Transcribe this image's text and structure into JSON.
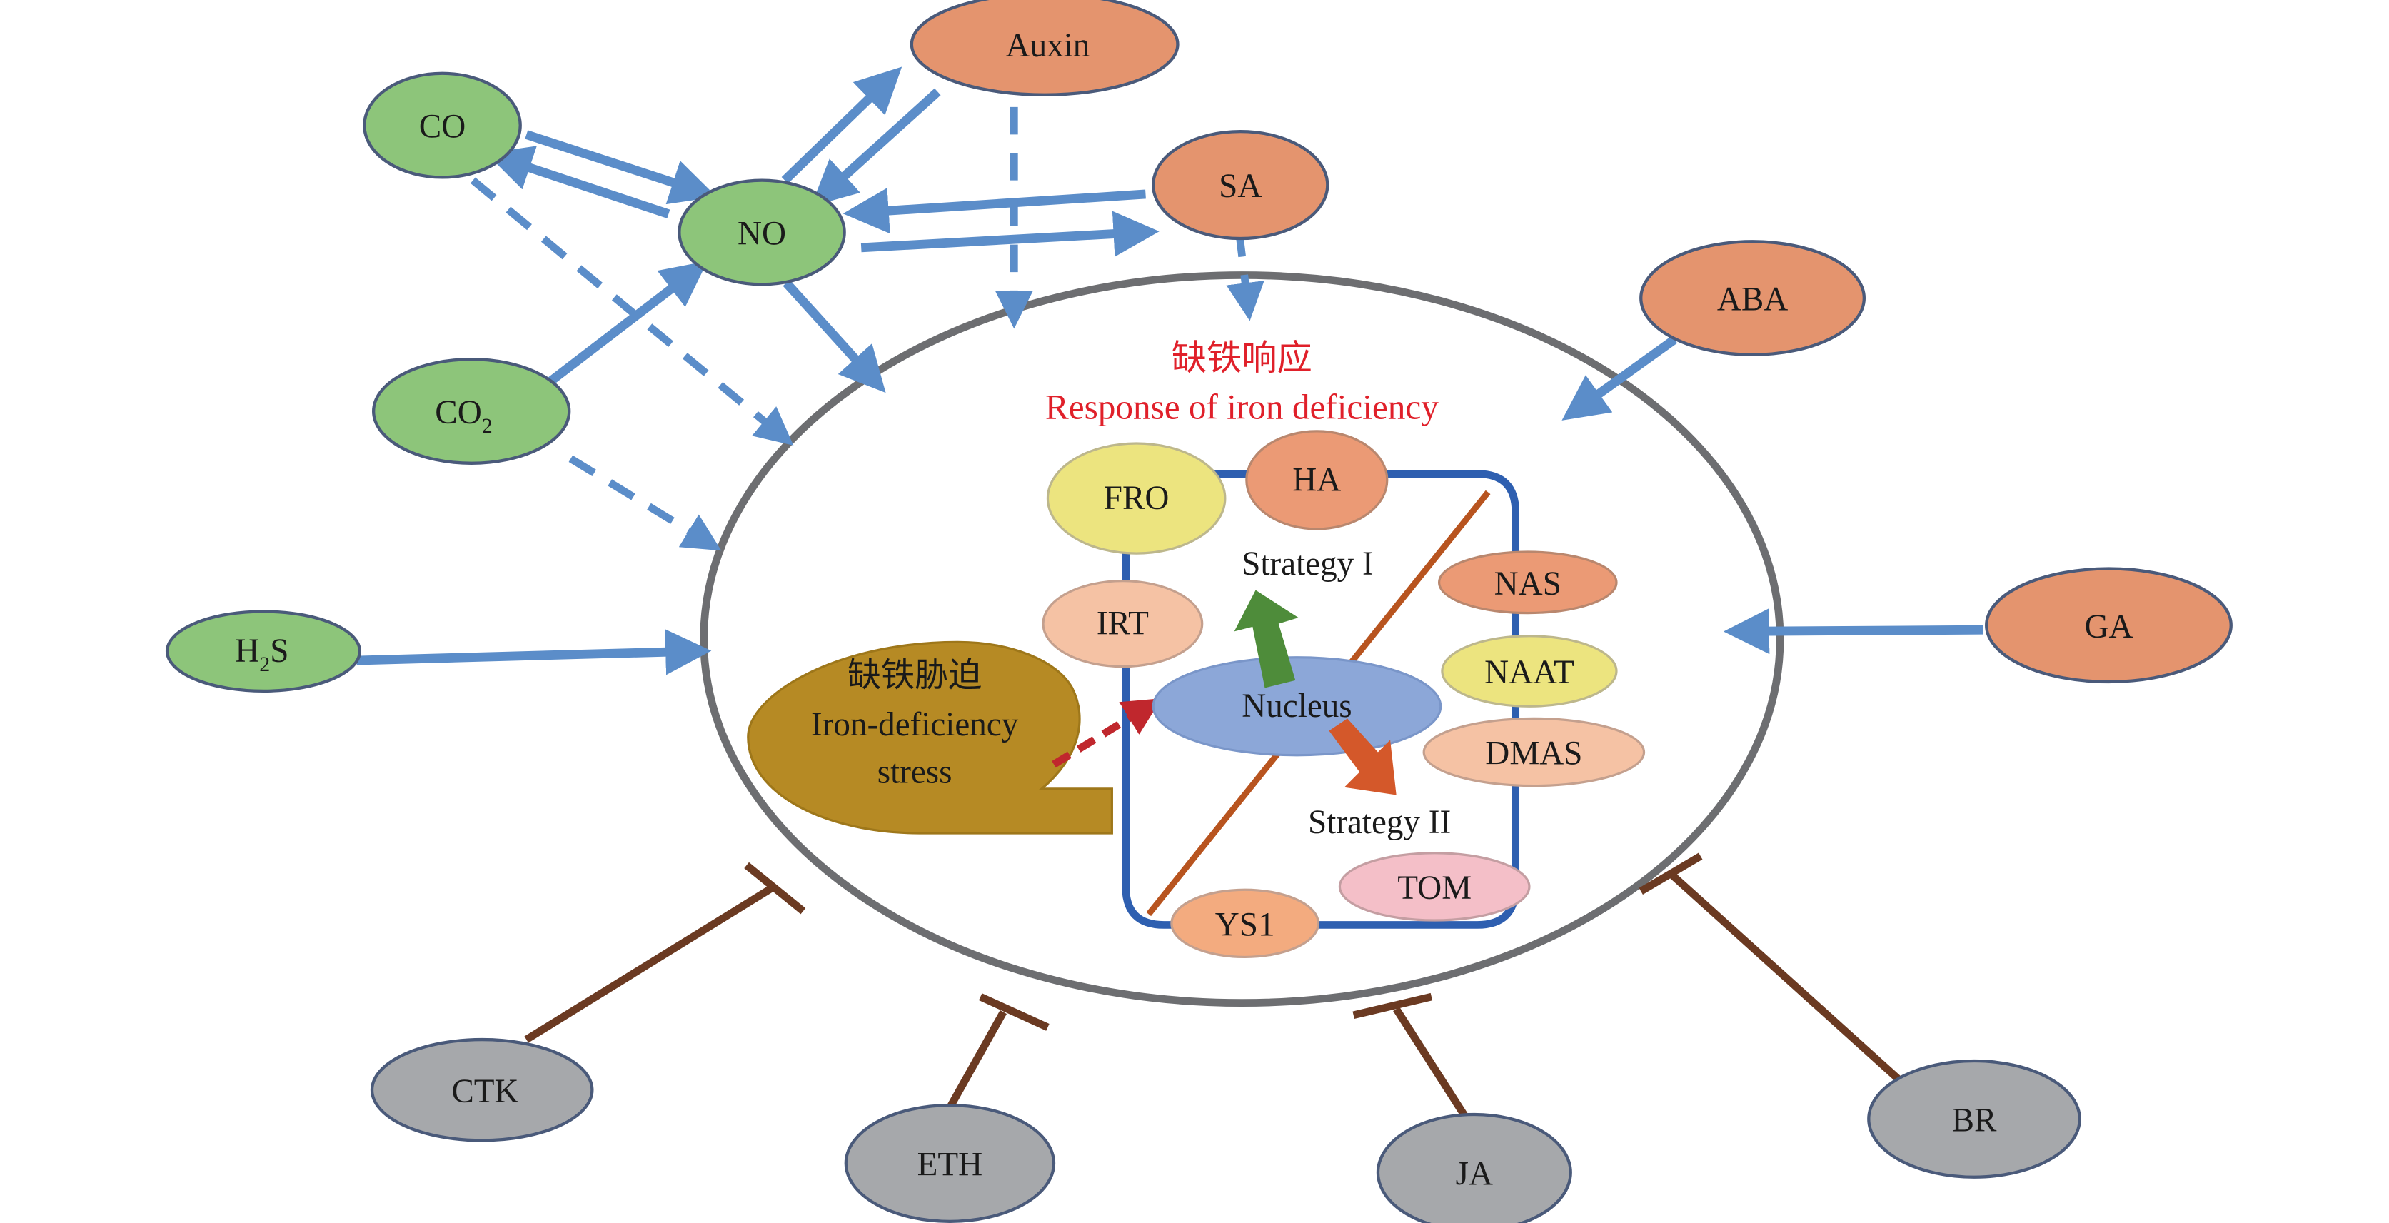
{
  "title_cn": "缺铁响应",
  "title_en": "Response of iron deficiency",
  "stress": {
    "cn": "缺铁胁迫",
    "en1": "Iron-deficiency",
    "en2": "stress"
  },
  "strategy1": "Strategy I",
  "strategy2": "Strategy II",
  "nucleus": "Nucleus",
  "colors": {
    "green": "#8dc57a",
    "orange": "#e4946e",
    "gray": "#a6a8ab",
    "blue_arrow": "#5b8dc9",
    "inhibit": "#6b3a22",
    "membrane": "#2e5fb0",
    "cell": "#6d6e71",
    "title_red": "#e0202a"
  },
  "nodes": {
    "CO": "CO",
    "NO": "NO",
    "CO2": "CO",
    "CO2_sub": "2",
    "H2S_a": "H",
    "H2S_sub": "2",
    "H2S_b": "S",
    "Auxin": "Auxin",
    "SA": "SA",
    "ABA": "ABA",
    "GA": "GA",
    "CTK": "CTK",
    "ETH": "ETH",
    "JA": "JA",
    "BR": "BR",
    "FRO": "FRO",
    "HA": "HA",
    "IRT": "IRT",
    "NAS": "NAS",
    "NAAT": "NAAT",
    "DMAS": "DMAS",
    "TOM": "TOM",
    "YS1": "YS1"
  }
}
